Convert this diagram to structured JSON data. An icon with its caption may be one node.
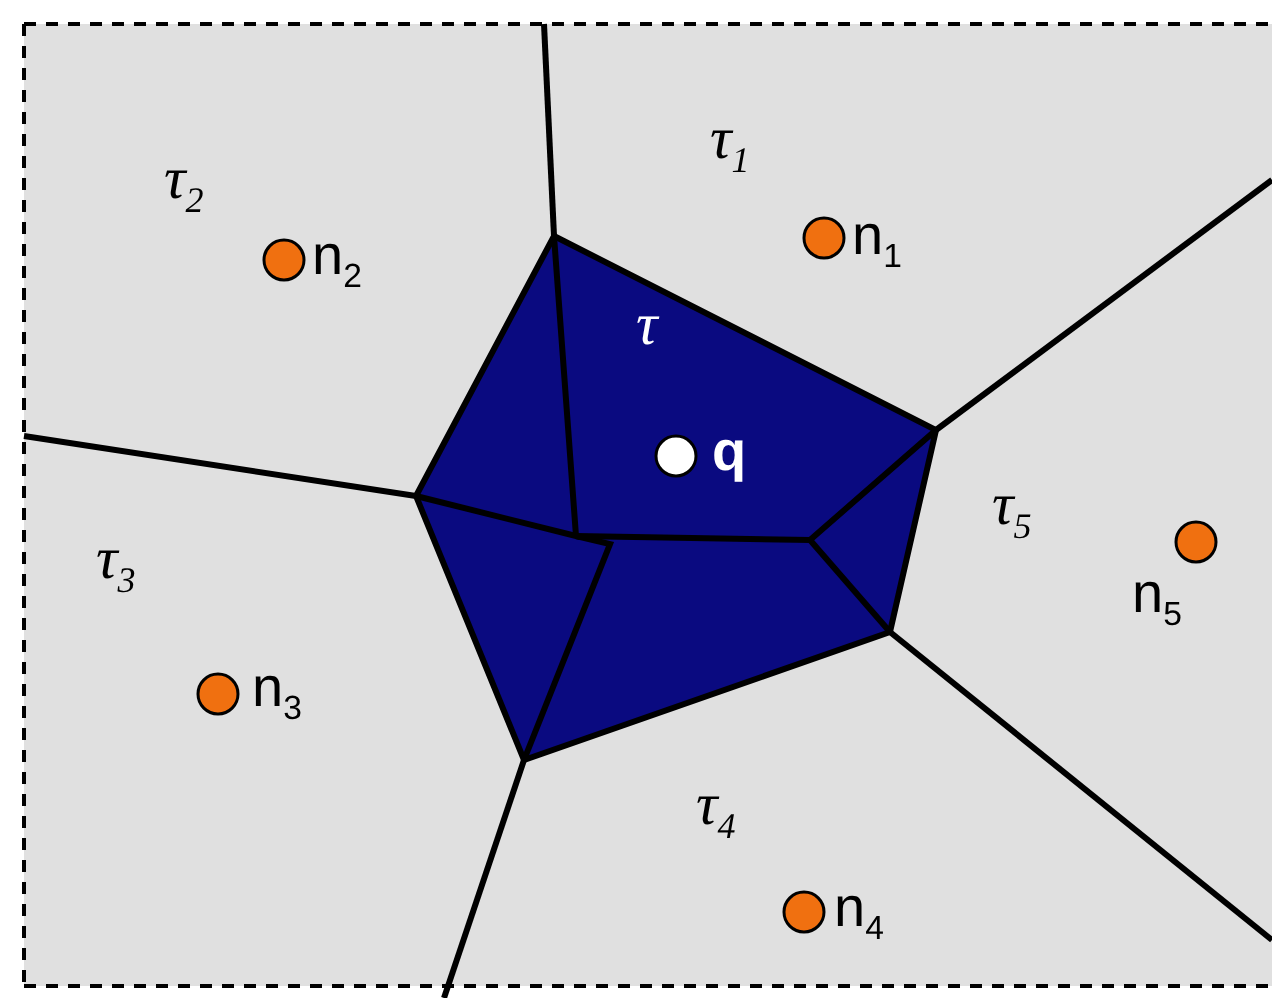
{
  "diagram": {
    "labels": [
      "τ$_{1}$",
      "τ$_{2}$",
      "n$_{1}$",
      "n$_{2}$",
      "τ",
      "q",
      "τ$_{5}$",
      "n$_{5}$",
      "τ$_{3}$",
      "n$_{3}$",
      "τ$_{4}$",
      "n$_{4}$"
    ]
  }
}
